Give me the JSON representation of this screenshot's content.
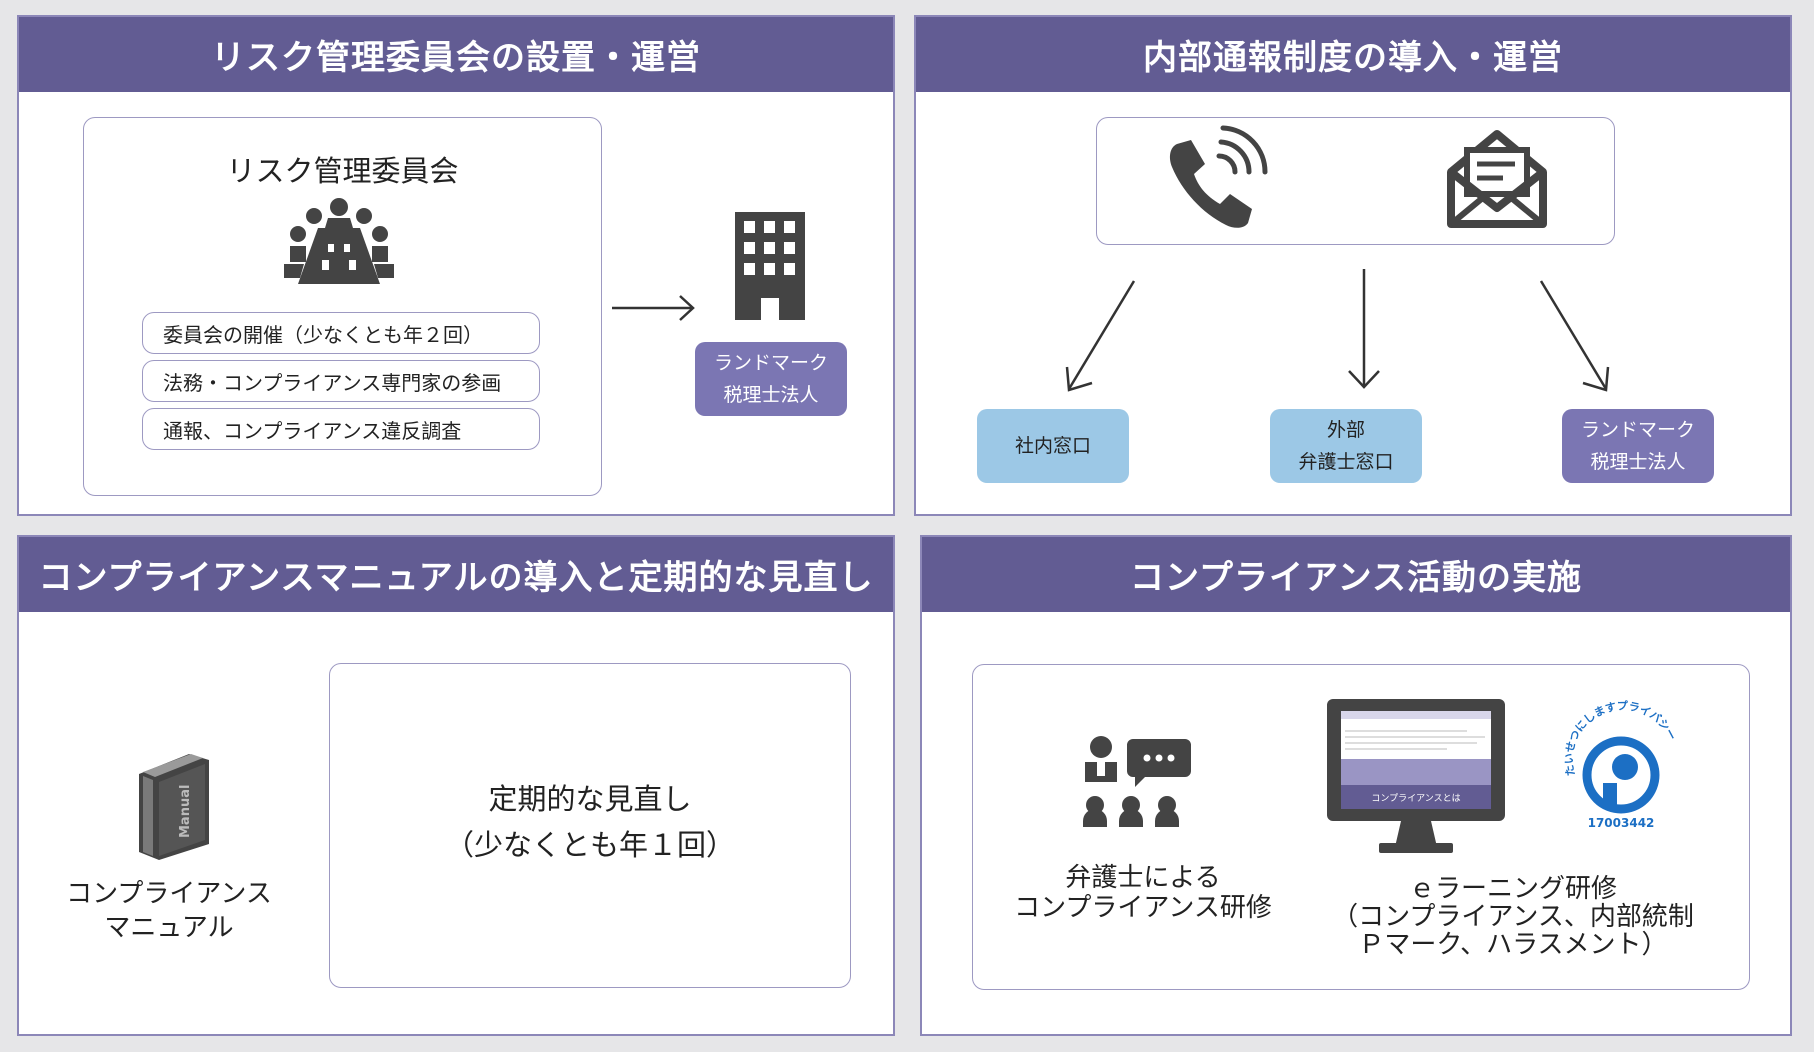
{
  "panels": {
    "risk": {
      "title": "リスク管理委員会の設置・運営",
      "committee_title": "リスク管理委員会",
      "items": [
        "委員会の開催（少なくとも年２回）",
        "法務・コンプライアンス専門家の参画",
        "通報、コンプライアンス違反調査"
      ],
      "firm_line1": "ランドマーク",
      "firm_line2": "税理士法人"
    },
    "whistle": {
      "title": "内部通報制度の導入・運営",
      "destinations": [
        {
          "line1": "社内窓口",
          "line2": ""
        },
        {
          "line1": "外部",
          "line2": "弁護士窓口"
        },
        {
          "line1": "ランドマーク",
          "line2": "税理士法人"
        }
      ]
    },
    "manual": {
      "title": "コンプライアンスマニュアルの導入と定期的な見直し",
      "book_spine_text": "Manual",
      "manual_line1": "コンプライアンス",
      "manual_line2": "マニュアル",
      "review_line1": "定期的な見直し",
      "review_line2": "（少なくとも年１回）"
    },
    "activity": {
      "title": "コンプライアンス活動の実施",
      "lawyer_line1": "弁護士による",
      "lawyer_line2": "コンプライアンス研修",
      "screen_caption": "コンプライアンスとは",
      "elearn_line1": "ｅラーニング研修",
      "elearn_line2": "（コンプライアンス、内部統制",
      "elearn_line3": "Ｐマーク、ハラスメント）",
      "pmark_text": "たいせつにしますプライバシー",
      "pmark_number": "17003442"
    }
  },
  "colors": {
    "header": "#625c93",
    "border": "#8c87b8",
    "purple_tag": "#7b76b3",
    "blue_tag": "#9cc8e6",
    "icon": "#444444",
    "pmark_blue": "#1c6fc4"
  }
}
